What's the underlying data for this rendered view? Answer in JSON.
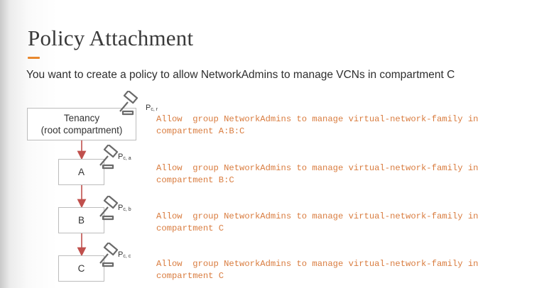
{
  "slide": {
    "title": "Policy Attachment",
    "subtitle": "You want to create a policy to allow NetworkAdmins to manage VCNs in compartment C"
  },
  "hierarchy": {
    "tenancy_line1": "Tenancy",
    "tenancy_line2": "(root compartment)",
    "a": "A",
    "b": "B",
    "c": "C"
  },
  "policy_labels": {
    "root": {
      "main": "P",
      "sub": "c, r"
    },
    "a": {
      "main": "P",
      "sub": "c, a"
    },
    "b": {
      "main": "P",
      "sub": "c, b"
    },
    "c": {
      "main": "P",
      "sub": "c, c"
    }
  },
  "policies": [
    {
      "line1": "Allow  group NetworkAdmins to manage virtual-network-family in",
      "line2": "compartment A:B:C"
    },
    {
      "line1": "Allow  group NetworkAdmins to manage virtual-network-family in",
      "line2": "compartment B:C"
    },
    {
      "line1": "Allow  group NetworkAdmins to manage virtual-network-family in",
      "line2": "compartment C"
    },
    {
      "line1": "Allow  group NetworkAdmins to manage virtual-network-family in",
      "line2": "compartment C"
    }
  ],
  "colors": {
    "accent": "#e8882f",
    "policy_text": "#d97c3f",
    "arrow": "#c0504d",
    "gavel": "#6a6a6a"
  },
  "icons": [
    "gavel-icon"
  ]
}
